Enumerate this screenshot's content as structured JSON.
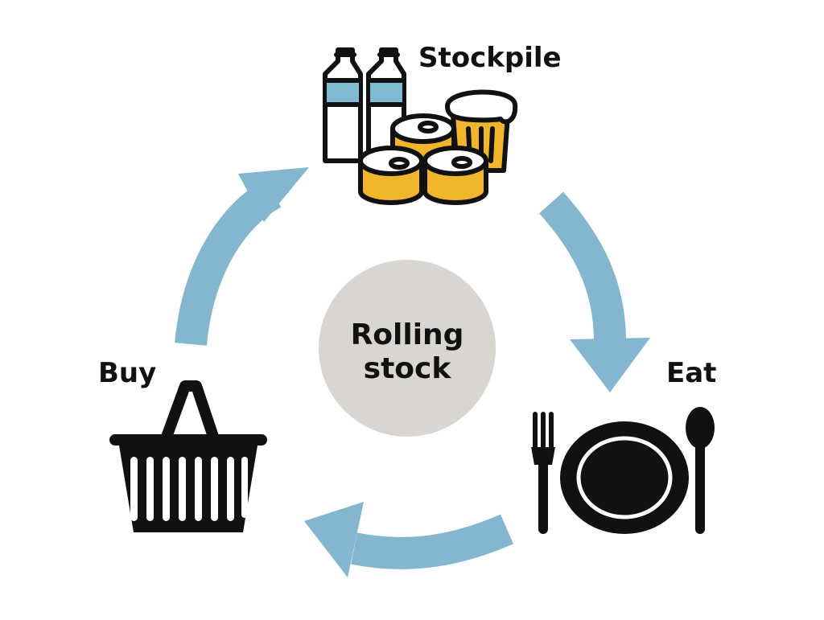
{
  "labels": {
    "stockpile": "Stockpile",
    "eat": "Eat",
    "buy": "Buy"
  },
  "center": {
    "line1": "Rolling",
    "line2": "stock"
  },
  "colors": {
    "arrow": "#84b6cf",
    "center_circle": "#d9d5d0",
    "bottle_water": "#82bad3",
    "can_gold": "#f0b52a",
    "icon_black": "#111111"
  }
}
